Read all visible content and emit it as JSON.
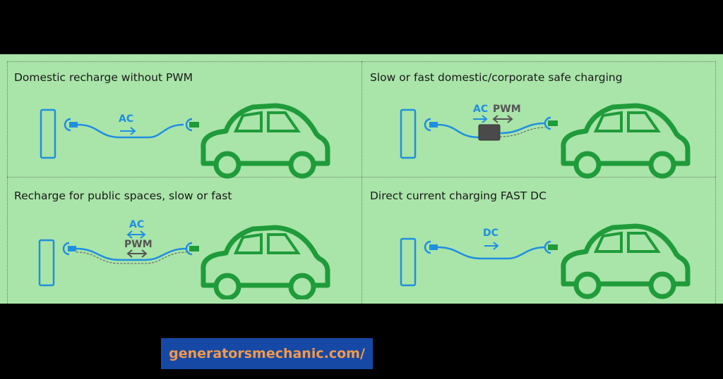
{
  "panels": [
    {
      "title": "Domestic recharge without PWM",
      "labels": [
        "AC"
      ]
    },
    {
      "title": "Slow or fast domestic/corporate safe charging",
      "labels": [
        "AC",
        "PWM"
      ]
    },
    {
      "title": "Recharge for public spaces, slow or fast",
      "labels": [
        "AC",
        "PWM"
      ]
    },
    {
      "title": "Direct  current charging FAST DC",
      "labels": [
        "DC"
      ]
    }
  ],
  "footer": {
    "link_text": "generatorsmechanic.com/"
  },
  "colors": {
    "panel_bg": "#a9e4a9",
    "car": "#1f9b3a",
    "cable": "#1f8fe0",
    "pwm_text": "#555555",
    "footer_bg": "#1649a5",
    "footer_text": "#f2994a"
  },
  "icons": [
    "charging-station-icon",
    "plug-icon",
    "car-icon",
    "control-box-icon",
    "arrow-right-icon",
    "arrow-bidirectional-icon"
  ]
}
